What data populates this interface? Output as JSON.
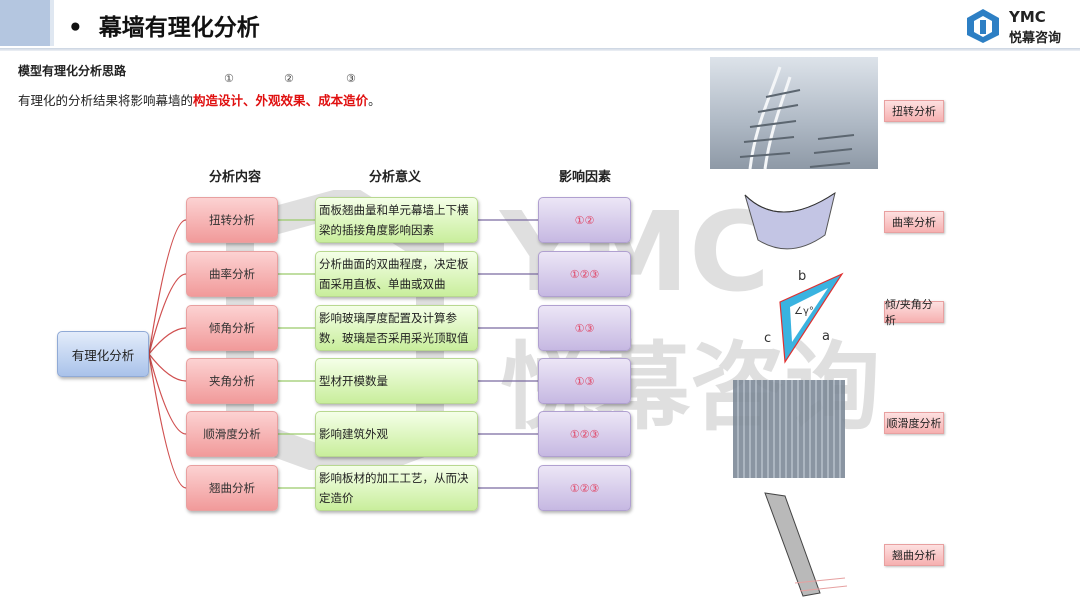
{
  "header": {
    "title": "幕墙有理化分析",
    "bullet": "•",
    "logo_en": "YMC",
    "logo_cn": "悦幕咨询"
  },
  "intro": {
    "subtitle": "模型有理化分析思路",
    "text_prefix": "有理化的分析结果将影响幕墙的",
    "item1": "构造设计",
    "sep1": "、",
    "item2": "外观效果",
    "sep2": "、",
    "item3": "成本造价",
    "end": "。",
    "markers": [
      "①",
      "②",
      "③"
    ]
  },
  "diagram": {
    "root": "有理化分析",
    "headers": [
      "分析内容",
      "分析意义",
      "影响因素"
    ],
    "rows": [
      {
        "content": "扭转分析",
        "meaning": "面板翘曲量和单元幕墙上下横梁的插接角度影响因素",
        "factors": "①②"
      },
      {
        "content": "曲率分析",
        "meaning": "分析曲面的双曲程度，决定板面采用直板、单曲或双曲",
        "factors": "①②③"
      },
      {
        "content": "倾角分析",
        "meaning": "影响玻璃厚度配置及计算参数，玻璃是否采用采光顶取值",
        "factors": "①③"
      },
      {
        "content": "夹角分析",
        "meaning": "型材开模数量",
        "factors": "①③"
      },
      {
        "content": "顺滑度分析",
        "meaning": "影响建筑外观",
        "factors": "①②③"
      },
      {
        "content": "翘曲分析",
        "meaning": "影响板材的加工工艺，从而决定造价",
        "factors": "①②③"
      }
    ]
  },
  "side": {
    "labels": [
      "扭转分析",
      "曲率分析",
      "倾/夹角分析",
      "顺滑度分析",
      "翘曲分析"
    ],
    "triangle": {
      "a": "a",
      "b": "b",
      "c": "c",
      "angle": "∠γ°"
    }
  },
  "watermark": {
    "en": "YMC",
    "cn": "悦幕咨询"
  }
}
